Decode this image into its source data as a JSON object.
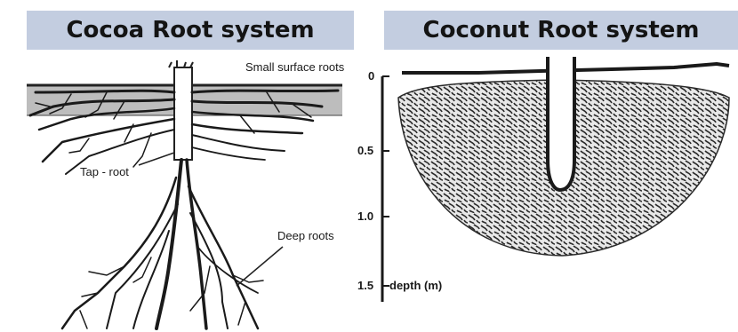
{
  "cocoa": {
    "title": "Cocoa Root system",
    "labels": {
      "surface": "Small surface roots",
      "tap": "Tap - root",
      "deep": "Deep roots"
    }
  },
  "coconut": {
    "title": "Coconut Root system",
    "axis": {
      "ticks": [
        "0",
        "0.5",
        "1.0",
        "1.5"
      ],
      "label": "depth (m)"
    }
  },
  "colors": {
    "title_bg": "#c3cde0",
    "ink": "#1a1a1a",
    "soil_band": "#b9b9b9"
  }
}
